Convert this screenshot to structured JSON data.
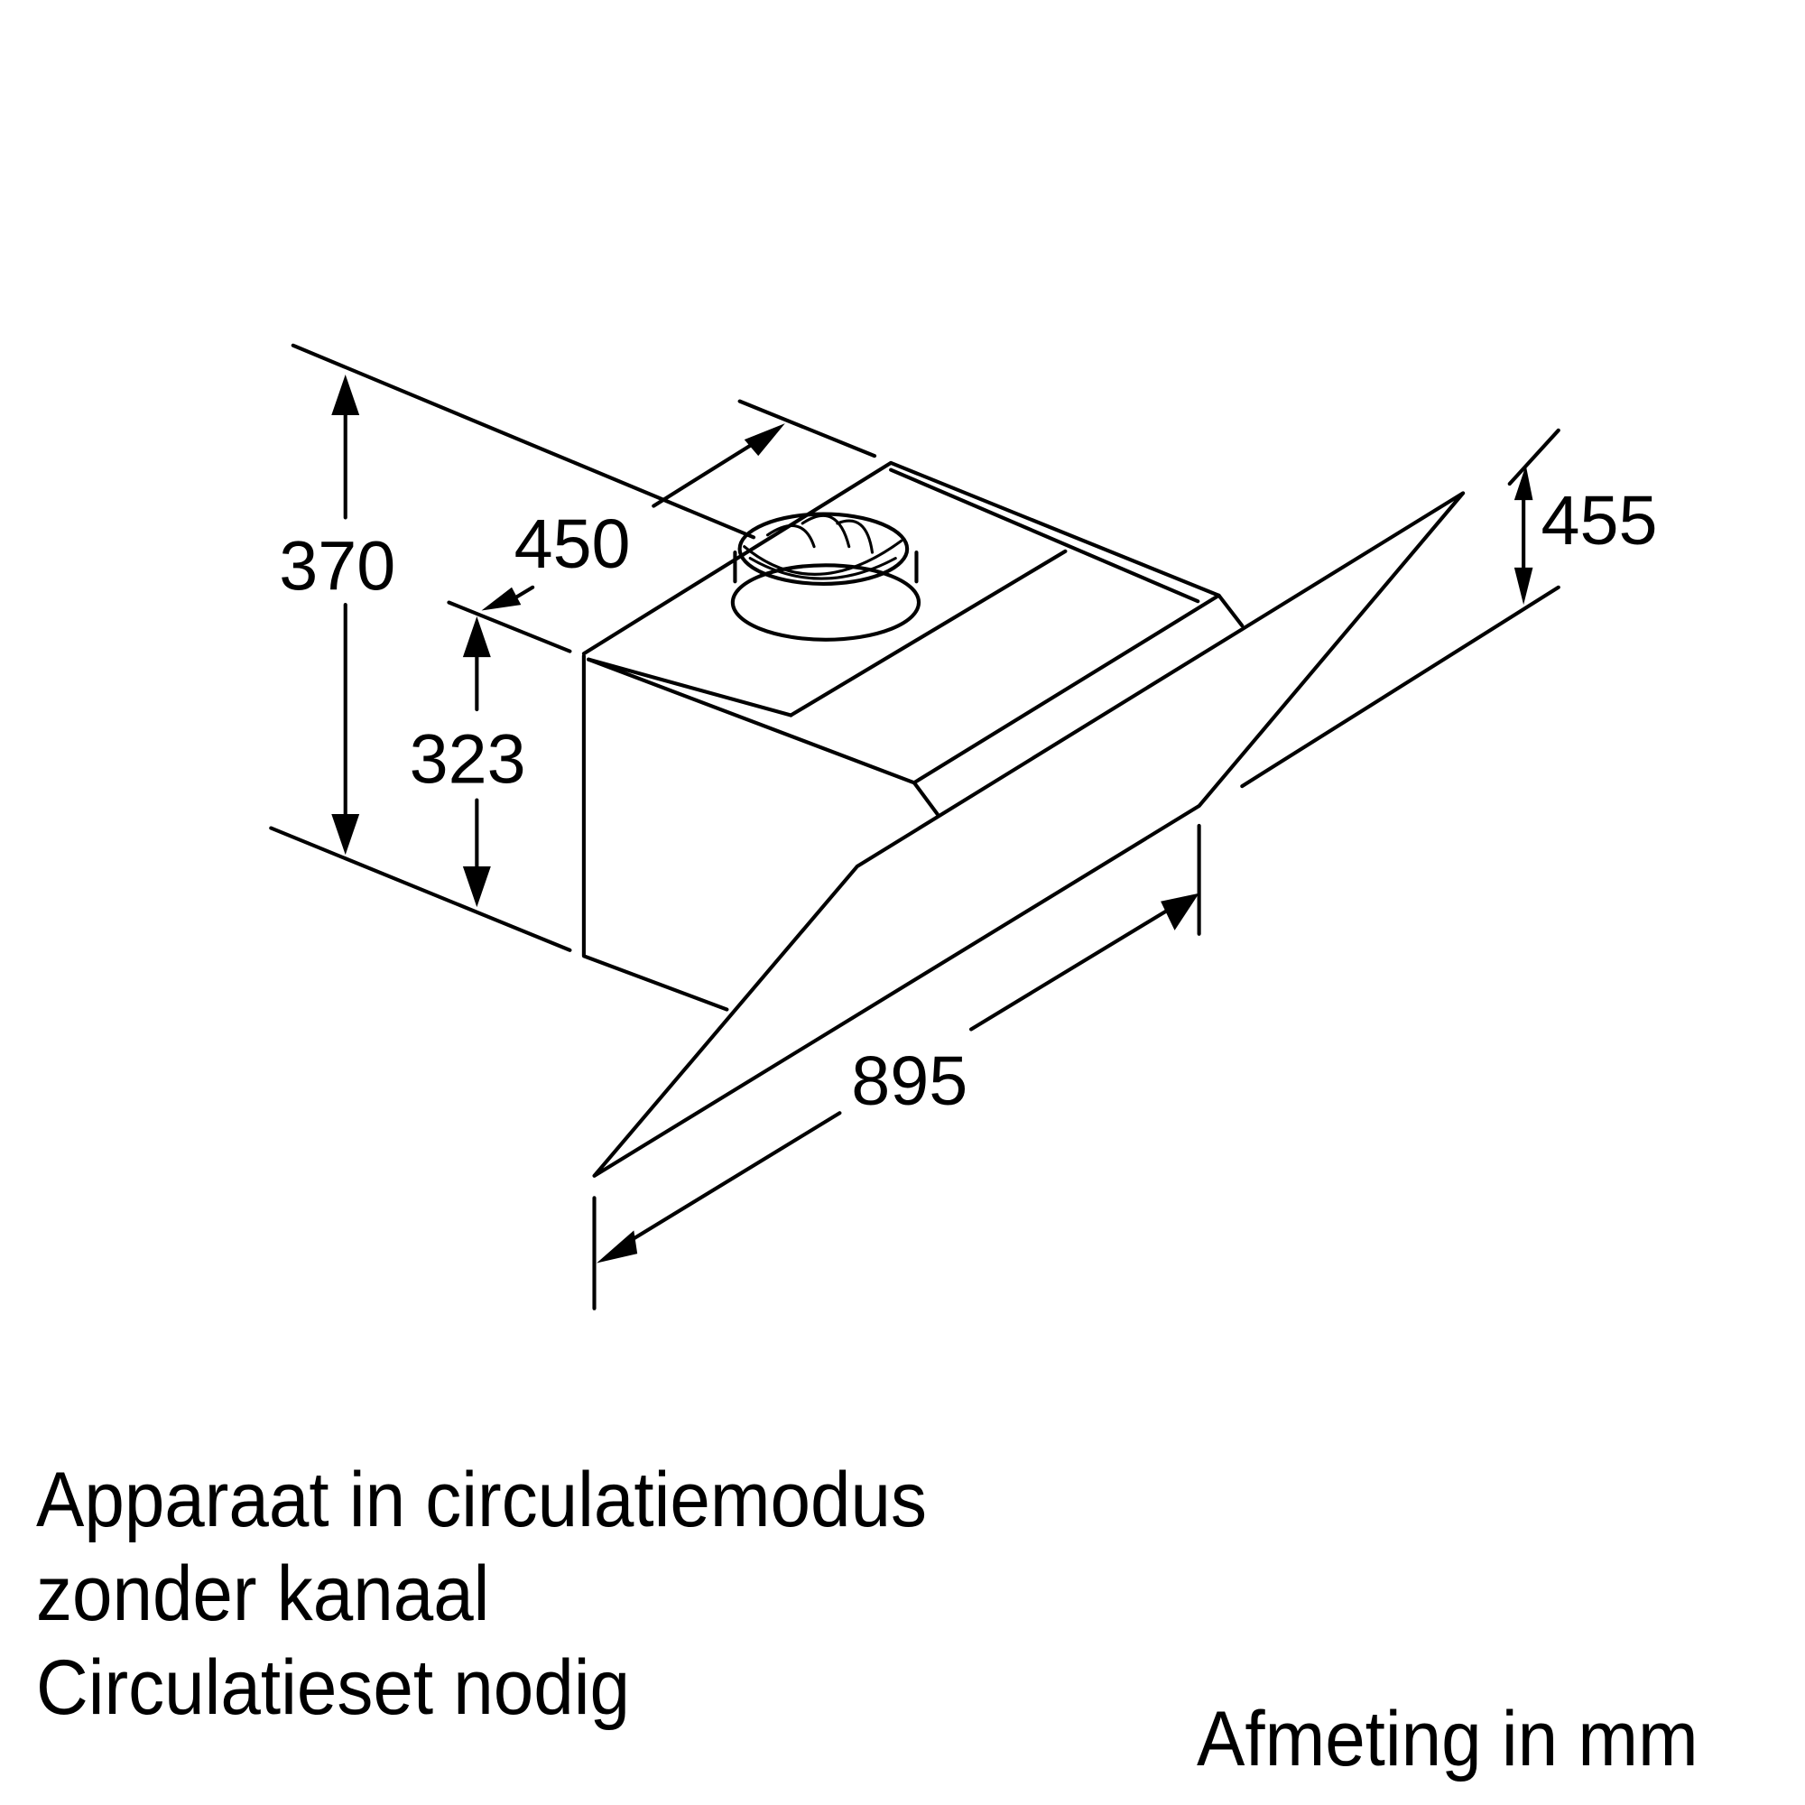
{
  "dimensions": {
    "height_total": "370",
    "depth": "450",
    "height_body": "323",
    "height_glass": "455",
    "width": "895"
  },
  "notes": {
    "line1": "Apparaat in circulatiemodus",
    "line2": "zonder kanaal",
    "line3": "Circulatieset nodig"
  },
  "unit_note": "Afmeting in mm",
  "colors": {
    "ink": "#000000",
    "background": "#ffffff"
  }
}
